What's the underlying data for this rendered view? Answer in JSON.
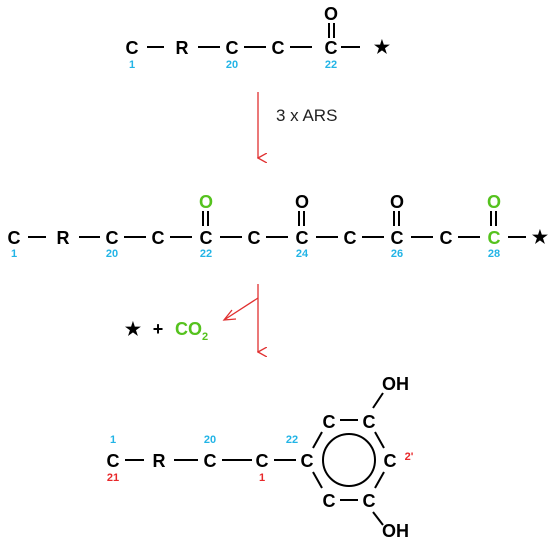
{
  "colors": {
    "atom": "#000000",
    "blue": "#22b4e6",
    "green": "#55c21e",
    "red": "#e8282a",
    "arrow": "#e03030"
  },
  "top": {
    "atoms": [
      "C",
      "R",
      "C",
      "C",
      "C",
      "O"
    ],
    "numbers": [
      "1",
      "20",
      "22"
    ],
    "star": "★"
  },
  "reaction": {
    "label": "3 x ARS"
  },
  "middle": {
    "atoms": [
      "C",
      "R",
      "C",
      "C",
      "C",
      "C",
      "C",
      "C",
      "C",
      "C",
      "C"
    ],
    "oxygens": [
      "O",
      "O",
      "O",
      "O"
    ],
    "numbers": [
      "1",
      "20",
      "22",
      "24",
      "26",
      "28"
    ],
    "star": "★"
  },
  "byproduct": {
    "star": "★",
    "plus": "+",
    "co2_main": "CO",
    "co2_sub": "2"
  },
  "bottom": {
    "chain_atoms": [
      "C",
      "R",
      "C",
      "C"
    ],
    "ring_atoms": [
      "C",
      "C",
      "C",
      "C",
      "C",
      "C"
    ],
    "oh": [
      "OH",
      "OH"
    ],
    "numbers_blue": [
      "1",
      "20",
      "22"
    ],
    "numbers_red": [
      "21",
      "1",
      "2'"
    ]
  }
}
